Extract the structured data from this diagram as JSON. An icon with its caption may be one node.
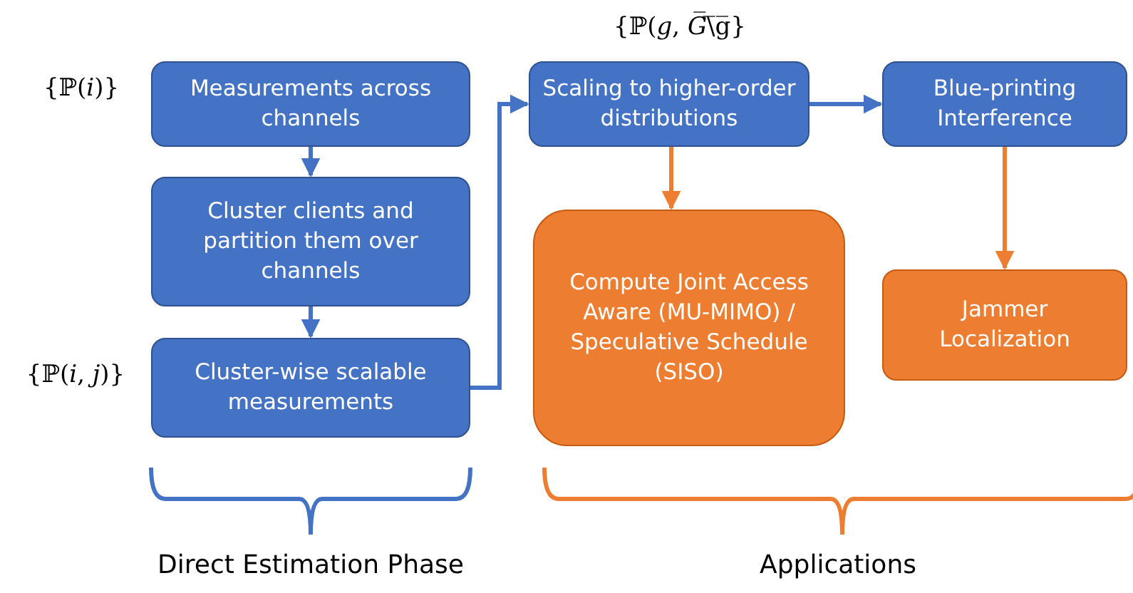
{
  "diagram": {
    "nodes": [
      {
        "text": [
          "Measurements across channels"
        ],
        "beside": [
          "{ℙ(*i*)}"
        ]
      },
      {
        "text": [
          "Cluster clients and partition them over channels"
        ]
      },
      {
        "text": [
          "Cluster-wise scalable measurements"
        ],
        "beside": [
          "{ℙ(*i*, *j*)}"
        ]
      },
      {
        "text": [
          "Scaling to higher-order distributions"
        ],
        "beside": [
          "{ℙ(*g*, *G̅*\\̅g̅}"
        ]
      },
      {
        "text": [
          "Blue-printing Interference"
        ]
      },
      {
        "text": [
          "Compute Joint Access Aware (MU-MIMO) / Speculative Schedule (SISO)"
        ]
      },
      {
        "text": [
          "Jammer Localization"
        ]
      }
    ],
    "edges": [
      {
        "from": 0,
        "to": 1,
        "arrow": "to"
      },
      {
        "from": 1,
        "to": 2,
        "arrow": "to"
      },
      {
        "from": 2,
        "to": 3,
        "arrow": "to"
      },
      {
        "from": 3,
        "to": 4,
        "arrow": "to"
      },
      {
        "from": 3,
        "to": 5,
        "arrow": "to",
        "color": "#ed7d31"
      },
      {
        "from": 4,
        "to": 6,
        "arrow": "to",
        "color": "#ed7d31"
      }
    ],
    "labels": [
      "Direct Estimation Phase",
      "Applications"
    ]
  }
}
